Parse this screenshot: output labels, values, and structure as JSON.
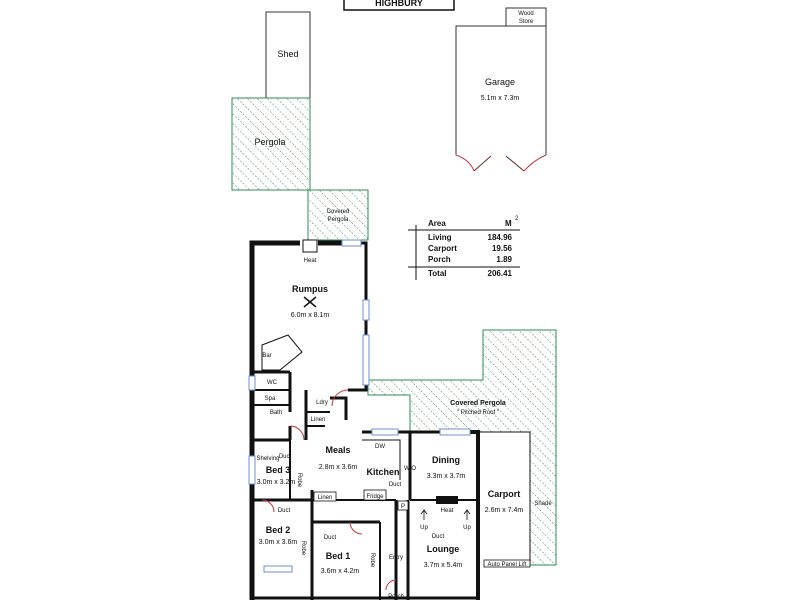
{
  "title": "HIGHBURY",
  "colors": {
    "wall": "#111111",
    "hatch": "#2e8b57",
    "window": "#6b8fd6",
    "door": "#cc3333"
  },
  "rooms": {
    "shed": {
      "name": "Shed"
    },
    "wood_store": {
      "line1": "Wood",
      "line2": "Store"
    },
    "garage": {
      "name": "Garage",
      "size": "5.1m x 7.3m"
    },
    "pergola": {
      "name": "Pergola"
    },
    "covered_pergola_small": {
      "line1": "Covered",
      "line2": "Pergola"
    },
    "rumpus": {
      "name": "Rumpus",
      "size": "6.0m x 8.1m",
      "heat": "Heat"
    },
    "bar": {
      "name": "Bar"
    },
    "wc": {
      "name": "WC"
    },
    "spa": {
      "name": "Spa"
    },
    "bath": {
      "name": "Bath"
    },
    "laundry": {
      "name": "Ldry"
    },
    "linen_top": {
      "name": "Linen"
    },
    "covered_pergola_large": {
      "line1": "Covered Pergola",
      "line2": "\" Pitched Roof \""
    },
    "meals": {
      "name": "Meals",
      "size": "2.8m x 3.6m"
    },
    "kitchen": {
      "name": "Kitchen",
      "dw": "DW",
      "wo": "W/O"
    },
    "dining": {
      "name": "Dining",
      "size": "3.3m x 3.7m"
    },
    "carport": {
      "name": "Carport",
      "size": "2.6m x 7.4m"
    },
    "shade": {
      "name": "Shade"
    },
    "bed3": {
      "name": "Bed 3",
      "size": "3.0m x 3.2m",
      "robe": "Robe",
      "shelving": "Shelving"
    },
    "bed2": {
      "name": "Bed 2",
      "size": "3.0m x 3.6m",
      "robe": "Robe"
    },
    "bed1": {
      "name": "Bed 1",
      "size": "3.6m x 4.2m",
      "robe": "Robe"
    },
    "linen_mid": {
      "name": "Linen"
    },
    "fridge": {
      "name": "Fridge"
    },
    "pantry": {
      "name": "P"
    },
    "entry": {
      "name": "Entry"
    },
    "porch": {
      "name": "Porch"
    },
    "lounge": {
      "name": "Lounge",
      "size": "3.7m x 5.4m",
      "heat": "Heat",
      "up_left": "Up",
      "up_right": "Up"
    },
    "duct": "Duct",
    "auto_panel_lift": "Auto Panel Lift"
  },
  "area_table": {
    "header": {
      "label": "Area",
      "unit": "M",
      "unit_sup": "2"
    },
    "rows": [
      {
        "label": "Living",
        "value": "184.96"
      },
      {
        "label": "Carport",
        "value": "19.56"
      },
      {
        "label": "Porch",
        "value": "1.89"
      }
    ],
    "total": {
      "label": "Total",
      "value": "206.41"
    }
  }
}
